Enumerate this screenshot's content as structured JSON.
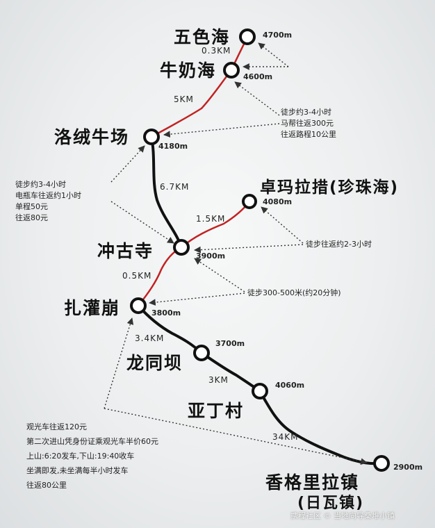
{
  "places": {
    "wusehai": "五色海",
    "niunaihai": "牛奶海",
    "luorong": "洛绒牛场",
    "zhuoma": "卓玛拉措(珍珠海)",
    "chonggu": "冲古寺",
    "zhaguan": "扎灌崩",
    "longtong": "龙同坝",
    "yading": "亚丁村",
    "xianggelila": "香格里拉镇",
    "riwa": "(日瓦镇)"
  },
  "altitudes": {
    "wusehai": "4700m",
    "niunaihai": "4600m",
    "luorong": "4180m",
    "zhuoma": "4080m",
    "chonggu": "3900m",
    "zhaguan": "3800m",
    "longtong": "3700m",
    "yading": "4060m",
    "xianggelila": "2900m"
  },
  "distances": {
    "wusehai_niunaihai": "0.3KM",
    "niunaihai_luorong": "5KM",
    "luorong_chonggu": "6.7KM",
    "chonggu_zhuoma": "1.5KM",
    "zhaguan_chonggu": "0.5KM",
    "zhaguan_longtong": "3.4KM",
    "longtong_yading": "3KM",
    "yading_xianggelila": "34KM"
  },
  "notes": {
    "luorong_trek": [
      "徒步约3-4小时",
      "马帮往返300元",
      "往返路程10公里"
    ],
    "battery_car": [
      "徒步约3-4小时",
      "电瓶车往返约1小时",
      "单程50元",
      "往返80元"
    ],
    "zhuoma_trek": [
      "徒步往返约2-3小时"
    ],
    "chonggu_trek": [
      "徒步300-500米(约20分钟)"
    ],
    "bus_info": [
      "观光车往返120元",
      "第二次进山凭身份证乘观光车半价60元",
      "上山:6:20发车,下山:19:40收车",
      "坐满即发,未坐满每半小时发车",
      "往返80公里"
    ]
  },
  "watermark": "携程社区 © 当地向导桑堆小镇",
  "colors": {
    "background": "#eceeef",
    "main_route": "#111111",
    "hike_route": "#c22222",
    "node": "#111111"
  }
}
